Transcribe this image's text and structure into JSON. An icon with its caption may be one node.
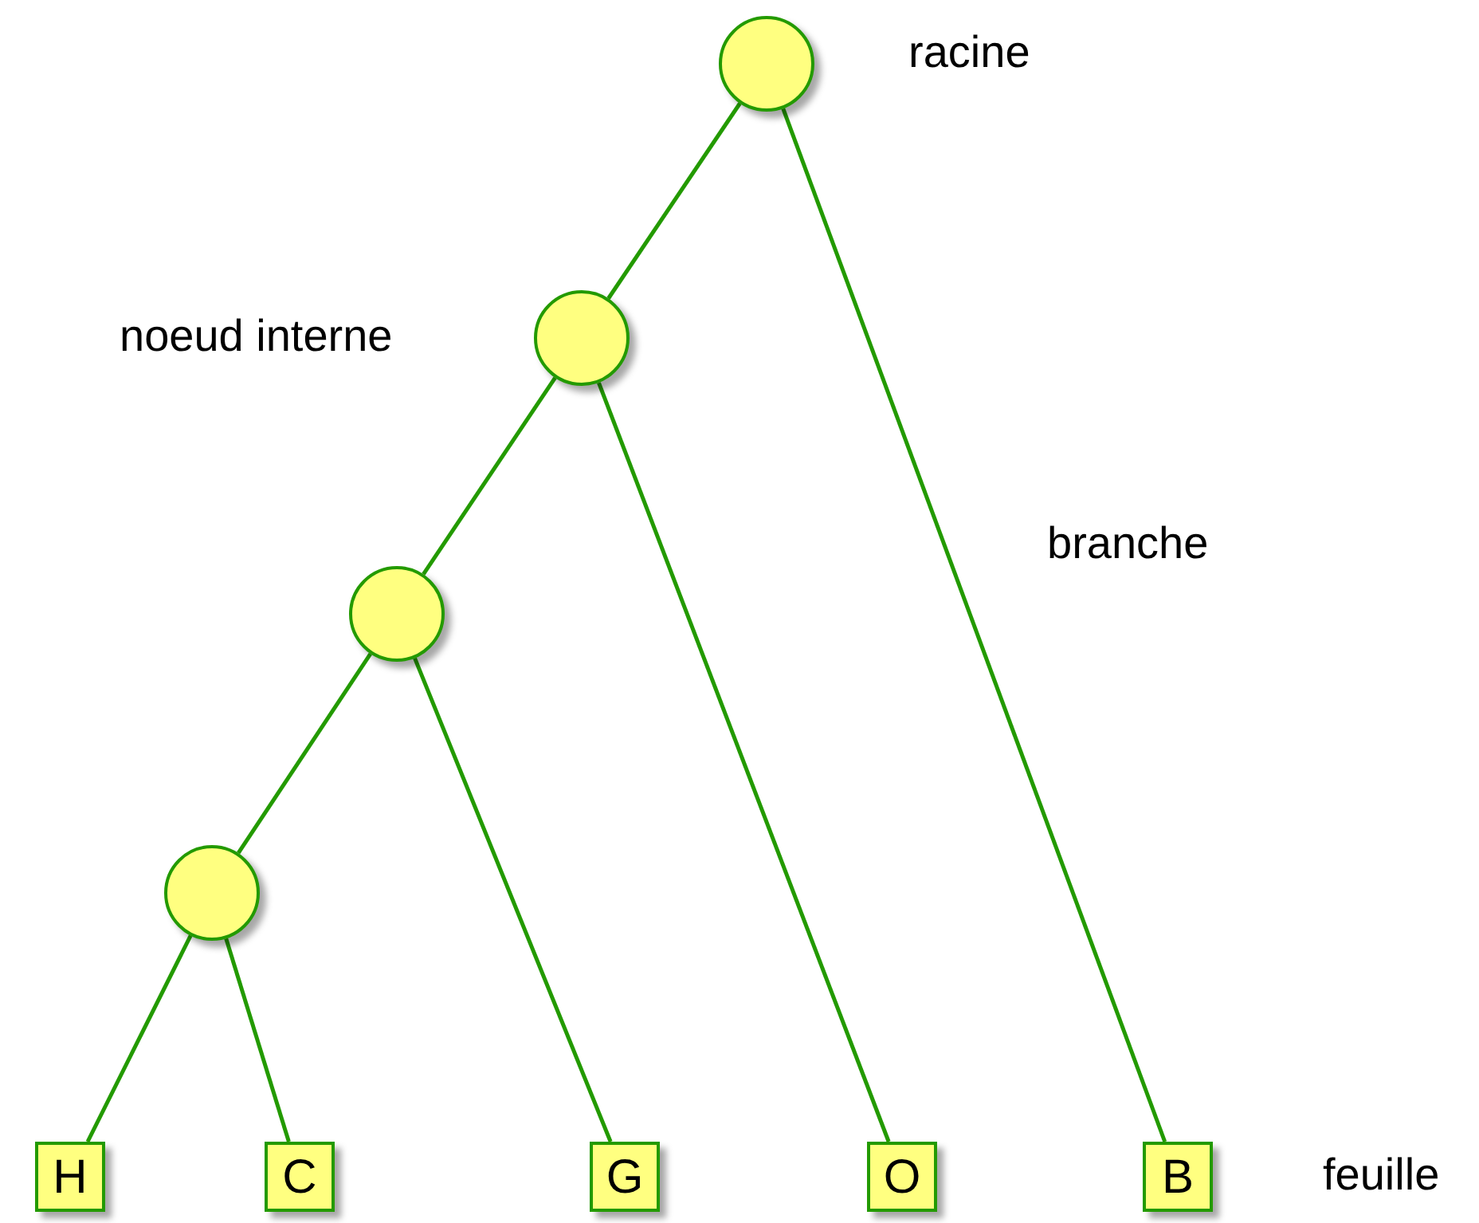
{
  "diagram": {
    "nodes": [
      {
        "text": [],
        "shape": "circle",
        "beside": [
          "racine"
        ]
      },
      {
        "text": [],
        "shape": "circle",
        "beside": [
          "noeud interne"
        ]
      },
      {
        "text": [],
        "shape": "circle"
      },
      {
        "text": [],
        "shape": "circle"
      },
      {
        "text": [
          "H"
        ]
      },
      {
        "text": [
          "C"
        ]
      },
      {
        "text": [
          "G"
        ]
      },
      {
        "text": [
          "O"
        ]
      },
      {
        "text": [
          "B"
        ]
      }
    ],
    "edges": [
      {
        "from": 0,
        "to": 1,
        "arrow": "none"
      },
      {
        "from": 0,
        "to": 8,
        "arrow": "none"
      },
      {
        "from": 1,
        "to": 2,
        "arrow": "none"
      },
      {
        "from": 1,
        "to": 7,
        "arrow": "none"
      },
      {
        "from": 2,
        "to": 3,
        "arrow": "none"
      },
      {
        "from": 2,
        "to": 6,
        "arrow": "none"
      },
      {
        "from": 3,
        "to": 4,
        "arrow": "none"
      },
      {
        "from": 3,
        "to": 5,
        "arrow": "none"
      }
    ],
    "labels": [
      "branche",
      "feuille"
    ]
  }
}
